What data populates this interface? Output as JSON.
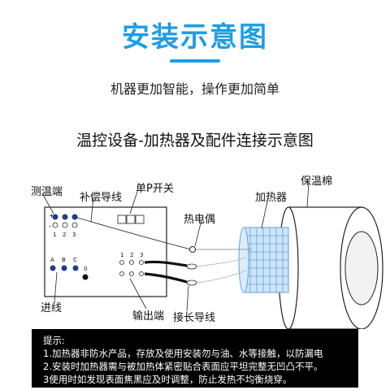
{
  "header": {
    "title": "安装示意图",
    "subtitle": "机器更加智能，操作更加简单"
  },
  "diagram": {
    "title": "温控设备-加热器及配件连接示意图",
    "labels": {
      "sensor_terminal": "测温端",
      "compensation_wire": "补偿导线",
      "single_p_switch": "单P开关",
      "thermocouple": "热电偶",
      "heater": "加热器",
      "insulation_cotton": "保温棉",
      "input_line": "进线",
      "output_terminal": "输出端",
      "extension_wire": "接长导线"
    },
    "panel": {
      "plus": "+",
      "minus": "-",
      "terminal_numbers": [
        "1",
        "2",
        "3"
      ],
      "phase_labels": [
        "A",
        "B",
        "C"
      ],
      "neutral_label": "0",
      "output_numbers": [
        "1",
        "2",
        "3"
      ]
    }
  },
  "tips": {
    "heading": "提示:",
    "items": [
      "1.加热器非防水产品，存放及使用安装勿与油、水等接触，以防漏电",
      "2.安装时加热器需与被加热体紧密贴合表面应平坦完整无凹凸不平。",
      "3使用时如发现表面焦黑应及时调整，防止发热不均衡烧穿。"
    ]
  },
  "colors": {
    "accent": "#1d9ee6",
    "terminal_blue": "#1a3f8f",
    "mesh_blue": "#5aa3e0",
    "tips_bg": "#000000"
  }
}
